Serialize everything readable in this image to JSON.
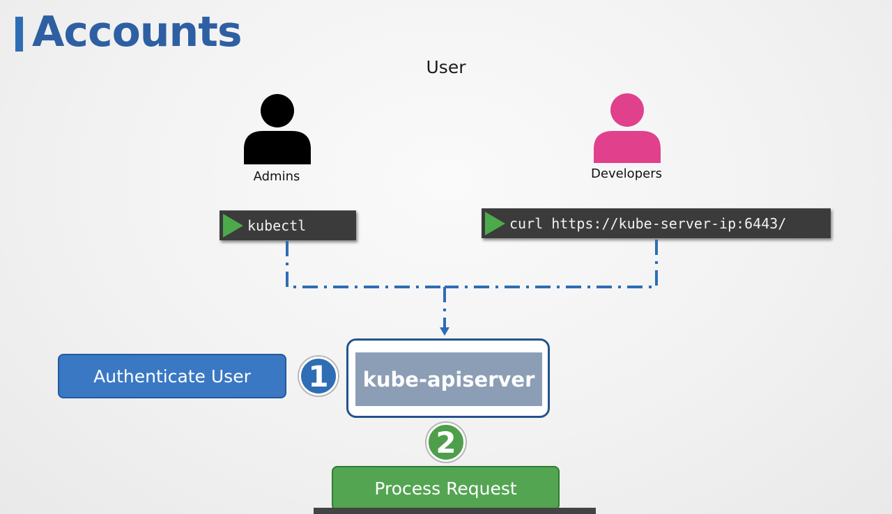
{
  "slide": {
    "title": "Accounts",
    "accent_color": "#2e6db4"
  },
  "diagram": {
    "user_heading": "User",
    "users": [
      {
        "label": "Admins",
        "icon": "person-icon",
        "color": "#000000"
      },
      {
        "label": "Developers",
        "icon": "person-icon",
        "color": "#e0408c"
      }
    ],
    "terminals": [
      {
        "command": "kubectl",
        "icon": "play-icon"
      },
      {
        "command": "curl https://kube-server-ip:6443/",
        "icon": "play-icon"
      }
    ],
    "apiserver_label": "kube-apiserver",
    "authenticate_label": "Authenticate User",
    "process_label": "Process Request",
    "steps": [
      "1",
      "2"
    ],
    "colors": {
      "connector": "#2e6db4",
      "authenticate": "#3a78c4",
      "process": "#54a552",
      "apiserver": "#8c9eb6"
    }
  }
}
